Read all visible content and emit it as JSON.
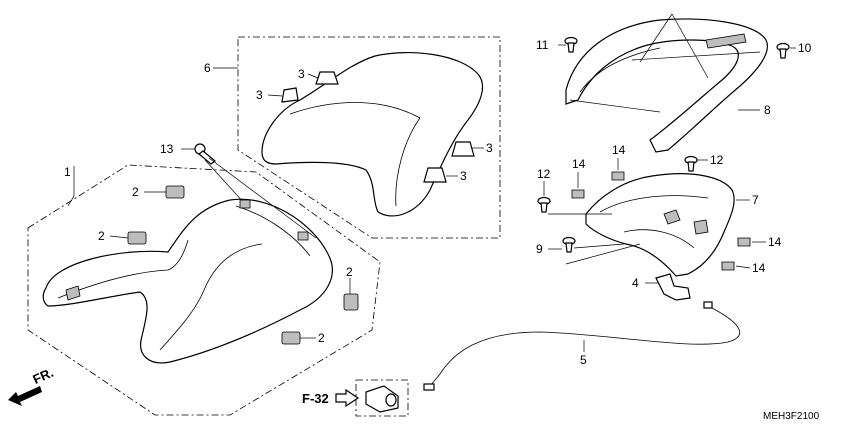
{
  "diagram_code": "MEH3F2100",
  "reference": {
    "label": "F-32"
  },
  "direction": {
    "label": "FR."
  },
  "callouts": [
    {
      "key": "c1",
      "text": "1"
    },
    {
      "key": "c2a",
      "text": "2"
    },
    {
      "key": "c2b",
      "text": "2"
    },
    {
      "key": "c2c",
      "text": "2"
    },
    {
      "key": "c2d",
      "text": "2"
    },
    {
      "key": "c3a",
      "text": "3"
    },
    {
      "key": "c3b",
      "text": "3"
    },
    {
      "key": "c3c",
      "text": "3"
    },
    {
      "key": "c3d",
      "text": "3"
    },
    {
      "key": "c4",
      "text": "4"
    },
    {
      "key": "c5",
      "text": "5"
    },
    {
      "key": "c6",
      "text": "6"
    },
    {
      "key": "c7",
      "text": "7"
    },
    {
      "key": "c8",
      "text": "8"
    },
    {
      "key": "c9",
      "text": "9"
    },
    {
      "key": "c10",
      "text": "10"
    },
    {
      "key": "c11",
      "text": "11"
    },
    {
      "key": "c12a",
      "text": "12"
    },
    {
      "key": "c12b",
      "text": "12"
    },
    {
      "key": "c13",
      "text": "13"
    },
    {
      "key": "c14a",
      "text": "14"
    },
    {
      "key": "c14b",
      "text": "14"
    },
    {
      "key": "c14c",
      "text": "14"
    },
    {
      "key": "c14d",
      "text": "14"
    }
  ]
}
